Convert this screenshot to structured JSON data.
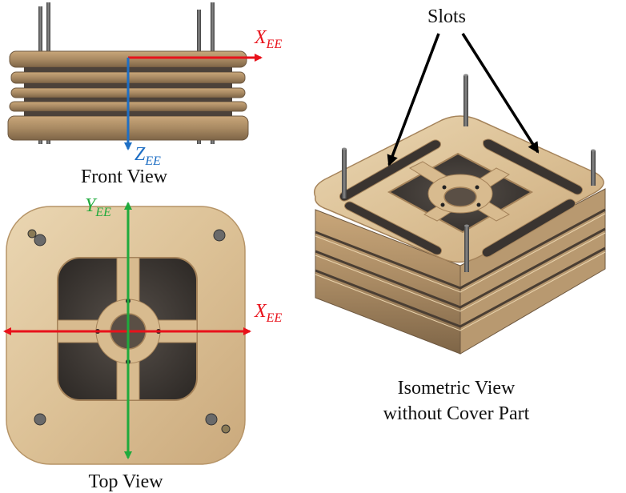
{
  "captions": {
    "front_view": "Front View",
    "top_view": "Top View",
    "isometric_line1": "Isometric View",
    "isometric_line2": "without Cover Part",
    "slots": "Slots"
  },
  "axes": {
    "x": {
      "letter": "X",
      "subscript": "EE"
    },
    "y": {
      "letter": "Y",
      "subscript": "EE"
    },
    "z": {
      "letter": "Z",
      "subscript": "EE"
    }
  },
  "colors": {
    "x_axis": "#e8121b",
    "y_axis": "#1faa3c",
    "z_axis": "#1f6fc4",
    "wood_light": "#e2c9a0",
    "wood_mid": "#cfb184",
    "wood_dark": "#8a6f4f",
    "cavity": "#3c3733",
    "metal": "#5b5b5b"
  }
}
